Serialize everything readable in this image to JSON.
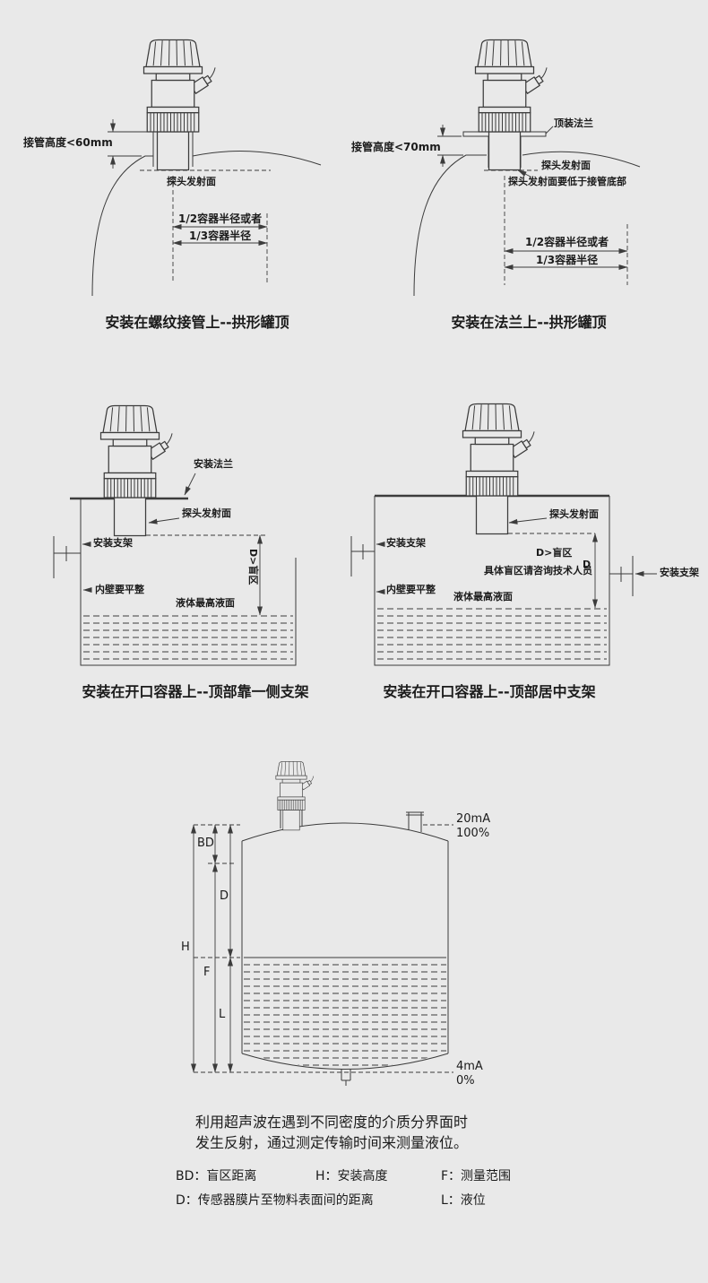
{
  "page": {
    "bg": "#e9e9e9",
    "ink": "#3c3c3c",
    "text_color": "#1b1b1b"
  },
  "d1": {
    "pipe_height_label": "接管高度<60mm",
    "probe_surface_label": "探头发射面",
    "radius_line1": "1/2容器半径或者",
    "radius_line2": "1/3容器半径",
    "caption": "安装在螺纹接管上--拱形罐顶"
  },
  "d2": {
    "pipe_height_label": "接管高度<70mm",
    "top_flange_label": "顶装法兰",
    "probe_surface_label": "探头发射面",
    "probe_note": "探头发射面要低于接管底部",
    "radius_line1": "1/2容器半径或者",
    "radius_line2": "1/3容器半径",
    "caption": "安装在法兰上--拱形罐顶"
  },
  "d3": {
    "mount_flange_label": "安装法兰",
    "probe_surface_label": "探头发射面",
    "bracket_label": "安装支架",
    "blind_zone_label": "D>盲区",
    "wall_label": "内壁要平整",
    "max_level_label": "液体最高液面",
    "caption": "安装在开口容器上--顶部靠一侧支架"
  },
  "d4": {
    "probe_surface_label": "探头发射面",
    "bracket_left_label": "安装支架",
    "bracket_right_label": "安装支架",
    "blind_zone_label": "D>盲区",
    "blind_dim_label": "D",
    "blind_note": "具体盲区请咨询技术人员",
    "wall_label": "内壁要平整",
    "max_level_label": "液体最高液面",
    "caption": "安装在开口容器上--顶部居中支架"
  },
  "d5": {
    "top_current": "20mA",
    "top_percent": "100%",
    "bottom_current": "4mA",
    "bottom_percent": "0%",
    "dim_bd": "BD",
    "dim_d": "D",
    "dim_h": "H",
    "dim_f": "F",
    "dim_l": "L"
  },
  "footer": {
    "principle_line1": "利用超声波在遇到不同密度的介质分界面时",
    "principle_line2": "发生反射，通过测定传输时间来测量液位。",
    "legend": [
      "BD：盲区距离",
      "H：安装高度",
      "F：测量范围",
      "D：传感器膜片至物料表面间的距离",
      "L：液位"
    ]
  }
}
